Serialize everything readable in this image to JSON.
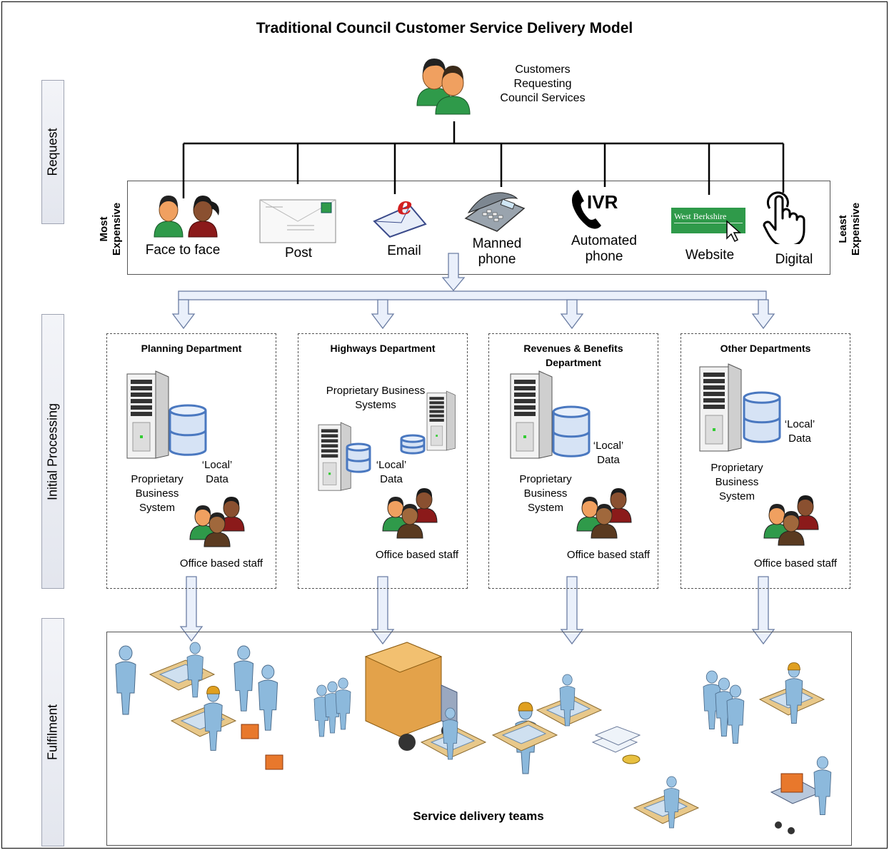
{
  "title": "Traditional Council Customer Service Delivery Model",
  "lanes": [
    "Request",
    "Initial Processing",
    "Fulfilment"
  ],
  "customers_label": "Customers\nRequesting\nCouncil Services",
  "cost_scale": {
    "left": "Most\nExpensive",
    "right": "Least\nExpensive"
  },
  "channels": [
    {
      "label": "Face to face",
      "icon": "people-icon"
    },
    {
      "label": "Post",
      "icon": "envelope-icon"
    },
    {
      "label": "Email",
      "icon": "email-icon"
    },
    {
      "label": "Manned\nphone",
      "icon": "desk-phone-icon"
    },
    {
      "label": "Automated\nphone",
      "icon": "ivr-phone-icon",
      "badge": "IVR"
    },
    {
      "label": "Website",
      "icon": "website-icon",
      "logo_text": "West Berkshire"
    },
    {
      "label": "Digital",
      "icon": "touch-hand-icon"
    }
  ],
  "departments": [
    {
      "name": "Planning Department",
      "system": "Proprietary\nBusiness\nSystem",
      "data": "‘Local’\nData",
      "staff": "Office based staff"
    },
    {
      "name": "Highways Department",
      "system": "Proprietary Business\nSystems",
      "data": "‘Local’\nData",
      "staff": "Office based staff"
    },
    {
      "name": "Revenues & Benefits\nDepartment",
      "system": "Proprietary\nBusiness\nSystem",
      "data": "‘Local’\nData",
      "staff": "Office based staff"
    },
    {
      "name": "Other Departments",
      "system": "Proprietary\nBusiness\nSystem",
      "data": "‘Local’\nData",
      "staff": "Office based staff"
    }
  ],
  "fulfilment_label": "Service delivery teams",
  "colors": {
    "accent_green": "#2f9a4a",
    "skin": "#f0a060",
    "staff_blue": "#8cb9dc",
    "arrow_fill": "#eaf0fb",
    "arrow_stroke": "#6b7da3"
  }
}
